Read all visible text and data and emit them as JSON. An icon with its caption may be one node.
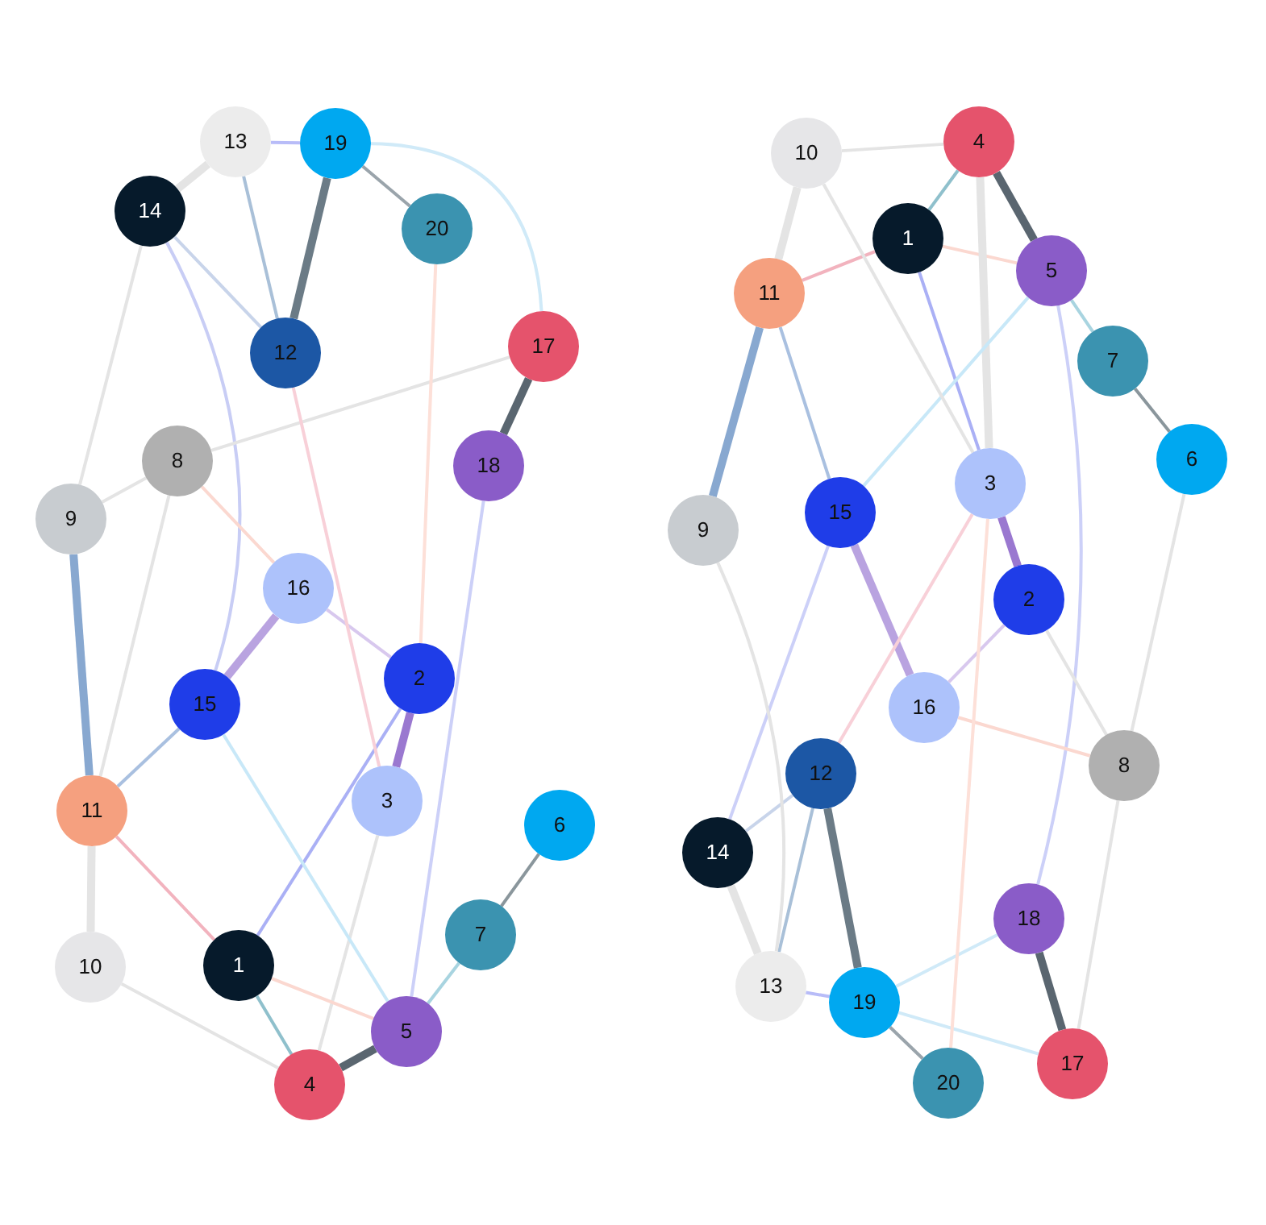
{
  "diagram": {
    "nodes": [
      {
        "text": [
          "1"
        ]
      },
      {
        "text": [
          "2"
        ]
      },
      {
        "text": [
          "3"
        ]
      },
      {
        "text": [
          "4"
        ]
      },
      {
        "text": [
          "5"
        ]
      },
      {
        "text": [
          "6"
        ]
      },
      {
        "text": [
          "7"
        ]
      },
      {
        "text": [
          "8"
        ]
      },
      {
        "text": [
          "9"
        ]
      },
      {
        "text": [
          "10"
        ]
      },
      {
        "text": [
          "11"
        ]
      },
      {
        "text": [
          "12"
        ]
      },
      {
        "text": [
          "13"
        ]
      },
      {
        "text": [
          "14"
        ]
      },
      {
        "text": [
          "15"
        ]
      },
      {
        "text": [
          "16"
        ]
      },
      {
        "text": [
          "17"
        ]
      },
      {
        "text": [
          "18"
        ]
      },
      {
        "text": [
          "19"
        ]
      },
      {
        "text": [
          "20"
        ]
      },
      {
        "text": [
          "1"
        ]
      },
      {
        "text": [
          "2"
        ]
      },
      {
        "text": [
          "3"
        ]
      },
      {
        "text": [
          "4"
        ]
      },
      {
        "text": [
          "5"
        ]
      },
      {
        "text": [
          "6"
        ]
      },
      {
        "text": [
          "7"
        ]
      },
      {
        "text": [
          "8"
        ]
      },
      {
        "text": [
          "9"
        ]
      },
      {
        "text": [
          "10"
        ]
      },
      {
        "text": [
          "11"
        ]
      },
      {
        "text": [
          "12"
        ]
      },
      {
        "text": [
          "13"
        ]
      },
      {
        "text": [
          "14"
        ]
      },
      {
        "text": [
          "15"
        ]
      },
      {
        "text": [
          "16"
        ]
      },
      {
        "text": [
          "17"
        ]
      },
      {
        "text": [
          "18"
        ]
      },
      {
        "text": [
          "19"
        ]
      },
      {
        "text": [
          "20"
        ]
      }
    ],
    "edges": [
      {
        "from": 12,
        "to": 18,
        "arrow": "none",
        "color": "#b8bcf8"
      },
      {
        "from": 18,
        "to": 11,
        "arrow": "none",
        "style": "thick",
        "color": "#6b7b86"
      },
      {
        "from": 18,
        "to": 19,
        "arrow": "none",
        "color": "#9aa4ab"
      },
      {
        "from": 12,
        "to": 11,
        "arrow": "none",
        "color": "#a9c0d8"
      },
      {
        "from": 13,
        "to": 11,
        "arrow": "none",
        "color": "#c8d4ea"
      },
      {
        "from": 12,
        "to": 13,
        "arrow": "none",
        "style": "thick"
      },
      {
        "from": 16,
        "to": 17,
        "arrow": "none",
        "style": "thick",
        "color": "#5a6670"
      },
      {
        "from": 13,
        "to": 14,
        "arrow": "none",
        "color": "#c8cdf5"
      },
      {
        "from": 8,
        "to": 10,
        "arrow": "none",
        "style": "thick",
        "color": "#88a8d0"
      },
      {
        "from": 10,
        "to": 14,
        "arrow": "none",
        "color": "#a9c0e0"
      },
      {
        "from": 14,
        "to": 15,
        "arrow": "none",
        "style": "thick",
        "color": "#b9a3e0"
      },
      {
        "from": 15,
        "to": 1,
        "arrow": "none",
        "color": "#d8c8ee"
      },
      {
        "from": 1,
        "to": 2,
        "arrow": "none",
        "style": "thick",
        "color": "#9a78d0"
      },
      {
        "from": 1,
        "to": 0,
        "arrow": "none",
        "color": "#aab0f5"
      },
      {
        "from": 10,
        "to": 0,
        "arrow": "none",
        "color": "#f2b3be"
      },
      {
        "from": 10,
        "to": 9,
        "arrow": "none",
        "style": "thick"
      },
      {
        "from": 0,
        "to": 3,
        "arrow": "none",
        "color": "#8fc0cc"
      },
      {
        "from": 3,
        "to": 4,
        "arrow": "none",
        "style": "thick",
        "color": "#5a6670"
      },
      {
        "from": 4,
        "to": 6,
        "arrow": "none",
        "color": "#a8d4e0"
      },
      {
        "from": 6,
        "to": 5,
        "arrow": "none",
        "color": "#8a969c"
      },
      {
        "from": 2,
        "to": 3,
        "arrow": "none"
      },
      {
        "from": 14,
        "to": 4,
        "arrow": "none",
        "color": "#c8e8f8"
      },
      {
        "from": 17,
        "to": 4,
        "arrow": "none",
        "color": "#ccd0f8"
      },
      {
        "from": 7,
        "to": 16,
        "arrow": "none"
      },
      {
        "from": 7,
        "to": 15,
        "arrow": "none",
        "color": "#fbd8d0"
      },
      {
        "from": 11,
        "to": 2,
        "arrow": "none",
        "color": "#f8d0d8"
      },
      {
        "from": 0,
        "to": 4,
        "arrow": "none",
        "color": "#fbd8d0"
      },
      {
        "from": 19,
        "to": 1,
        "arrow": "none",
        "color": "#fde0d8"
      },
      {
        "from": 18,
        "to": 16,
        "arrow": "none",
        "color": "#d0eaf8"
      },
      {
        "from": 7,
        "to": 8,
        "arrow": "none"
      },
      {
        "from": 8,
        "to": 13,
        "arrow": "none"
      },
      {
        "from": 7,
        "to": 10,
        "arrow": "none"
      },
      {
        "from": 9,
        "to": 3,
        "arrow": "none"
      },
      {
        "from": 23,
        "to": 20,
        "arrow": "none",
        "color": "#8fc0cc"
      },
      {
        "from": 23,
        "to": 24,
        "arrow": "none",
        "style": "thick",
        "color": "#5a6670"
      },
      {
        "from": 20,
        "to": 30,
        "arrow": "none",
        "color": "#f2b3be"
      },
      {
        "from": 20,
        "to": 24,
        "arrow": "none",
        "color": "#fbd8d0"
      },
      {
        "from": 29,
        "to": 30,
        "arrow": "none",
        "style": "thick"
      },
      {
        "from": 30,
        "to": 28,
        "arrow": "none",
        "style": "thick",
        "color": "#88a8d0"
      },
      {
        "from": 30,
        "to": 34,
        "arrow": "none",
        "color": "#a9c0e0"
      },
      {
        "from": 20,
        "to": 22,
        "arrow": "none",
        "color": "#aab0f5"
      },
      {
        "from": 22,
        "to": 21,
        "arrow": "none",
        "style": "thick",
        "color": "#9a78d0"
      },
      {
        "from": 23,
        "to": 22,
        "arrow": "none",
        "style": "thick"
      },
      {
        "from": 24,
        "to": 26,
        "arrow": "none",
        "color": "#a8d4e0"
      },
      {
        "from": 26,
        "to": 25,
        "arrow": "none",
        "color": "#8a969c"
      },
      {
        "from": 24,
        "to": 34,
        "arrow": "none",
        "color": "#c8e8f8"
      },
      {
        "from": 24,
        "to": 37,
        "arrow": "none",
        "color": "#ccd0f8"
      },
      {
        "from": 34,
        "to": 35,
        "arrow": "none",
        "style": "thick",
        "color": "#b9a3e0"
      },
      {
        "from": 35,
        "to": 21,
        "arrow": "none",
        "color": "#d8c8ee"
      },
      {
        "from": 35,
        "to": 27,
        "arrow": "none",
        "color": "#fbd8d0"
      },
      {
        "from": 21,
        "to": 27,
        "arrow": "none"
      },
      {
        "from": 29,
        "to": 22,
        "arrow": "none"
      },
      {
        "from": 34,
        "to": 33,
        "arrow": "none",
        "color": "#ccd0f8"
      },
      {
        "from": 33,
        "to": 31,
        "arrow": "none",
        "color": "#c8d4ea"
      },
      {
        "from": 31,
        "to": 32,
        "arrow": "none",
        "color": "#a9c0d8"
      },
      {
        "from": 31,
        "to": 38,
        "arrow": "none",
        "style": "thick",
        "color": "#6b7b86"
      },
      {
        "from": 33,
        "to": 32,
        "arrow": "none",
        "style": "thick"
      },
      {
        "from": 32,
        "to": 38,
        "arrow": "none",
        "color": "#b8bcf8"
      },
      {
        "from": 38,
        "to": 39,
        "arrow": "none",
        "color": "#9aa4ab"
      },
      {
        "from": 37,
        "to": 36,
        "arrow": "none",
        "style": "thick",
        "color": "#5a6670"
      },
      {
        "from": 38,
        "to": 36,
        "arrow": "none",
        "color": "#d0eaf8"
      },
      {
        "from": 38,
        "to": 37,
        "arrow": "none",
        "color": "#d0eaf8"
      },
      {
        "from": 27,
        "to": 36,
        "arrow": "none"
      },
      {
        "from": 39,
        "to": 22,
        "arrow": "none",
        "color": "#fde0d8"
      },
      {
        "from": 31,
        "to": 22,
        "arrow": "none",
        "color": "#f8d0d8"
      },
      {
        "from": 28,
        "to": 32,
        "arrow": "none"
      },
      {
        "from": 25,
        "to": 27,
        "arrow": "none"
      },
      {
        "from": 29,
        "to": 23,
        "arrow": "none"
      }
    ]
  }
}
